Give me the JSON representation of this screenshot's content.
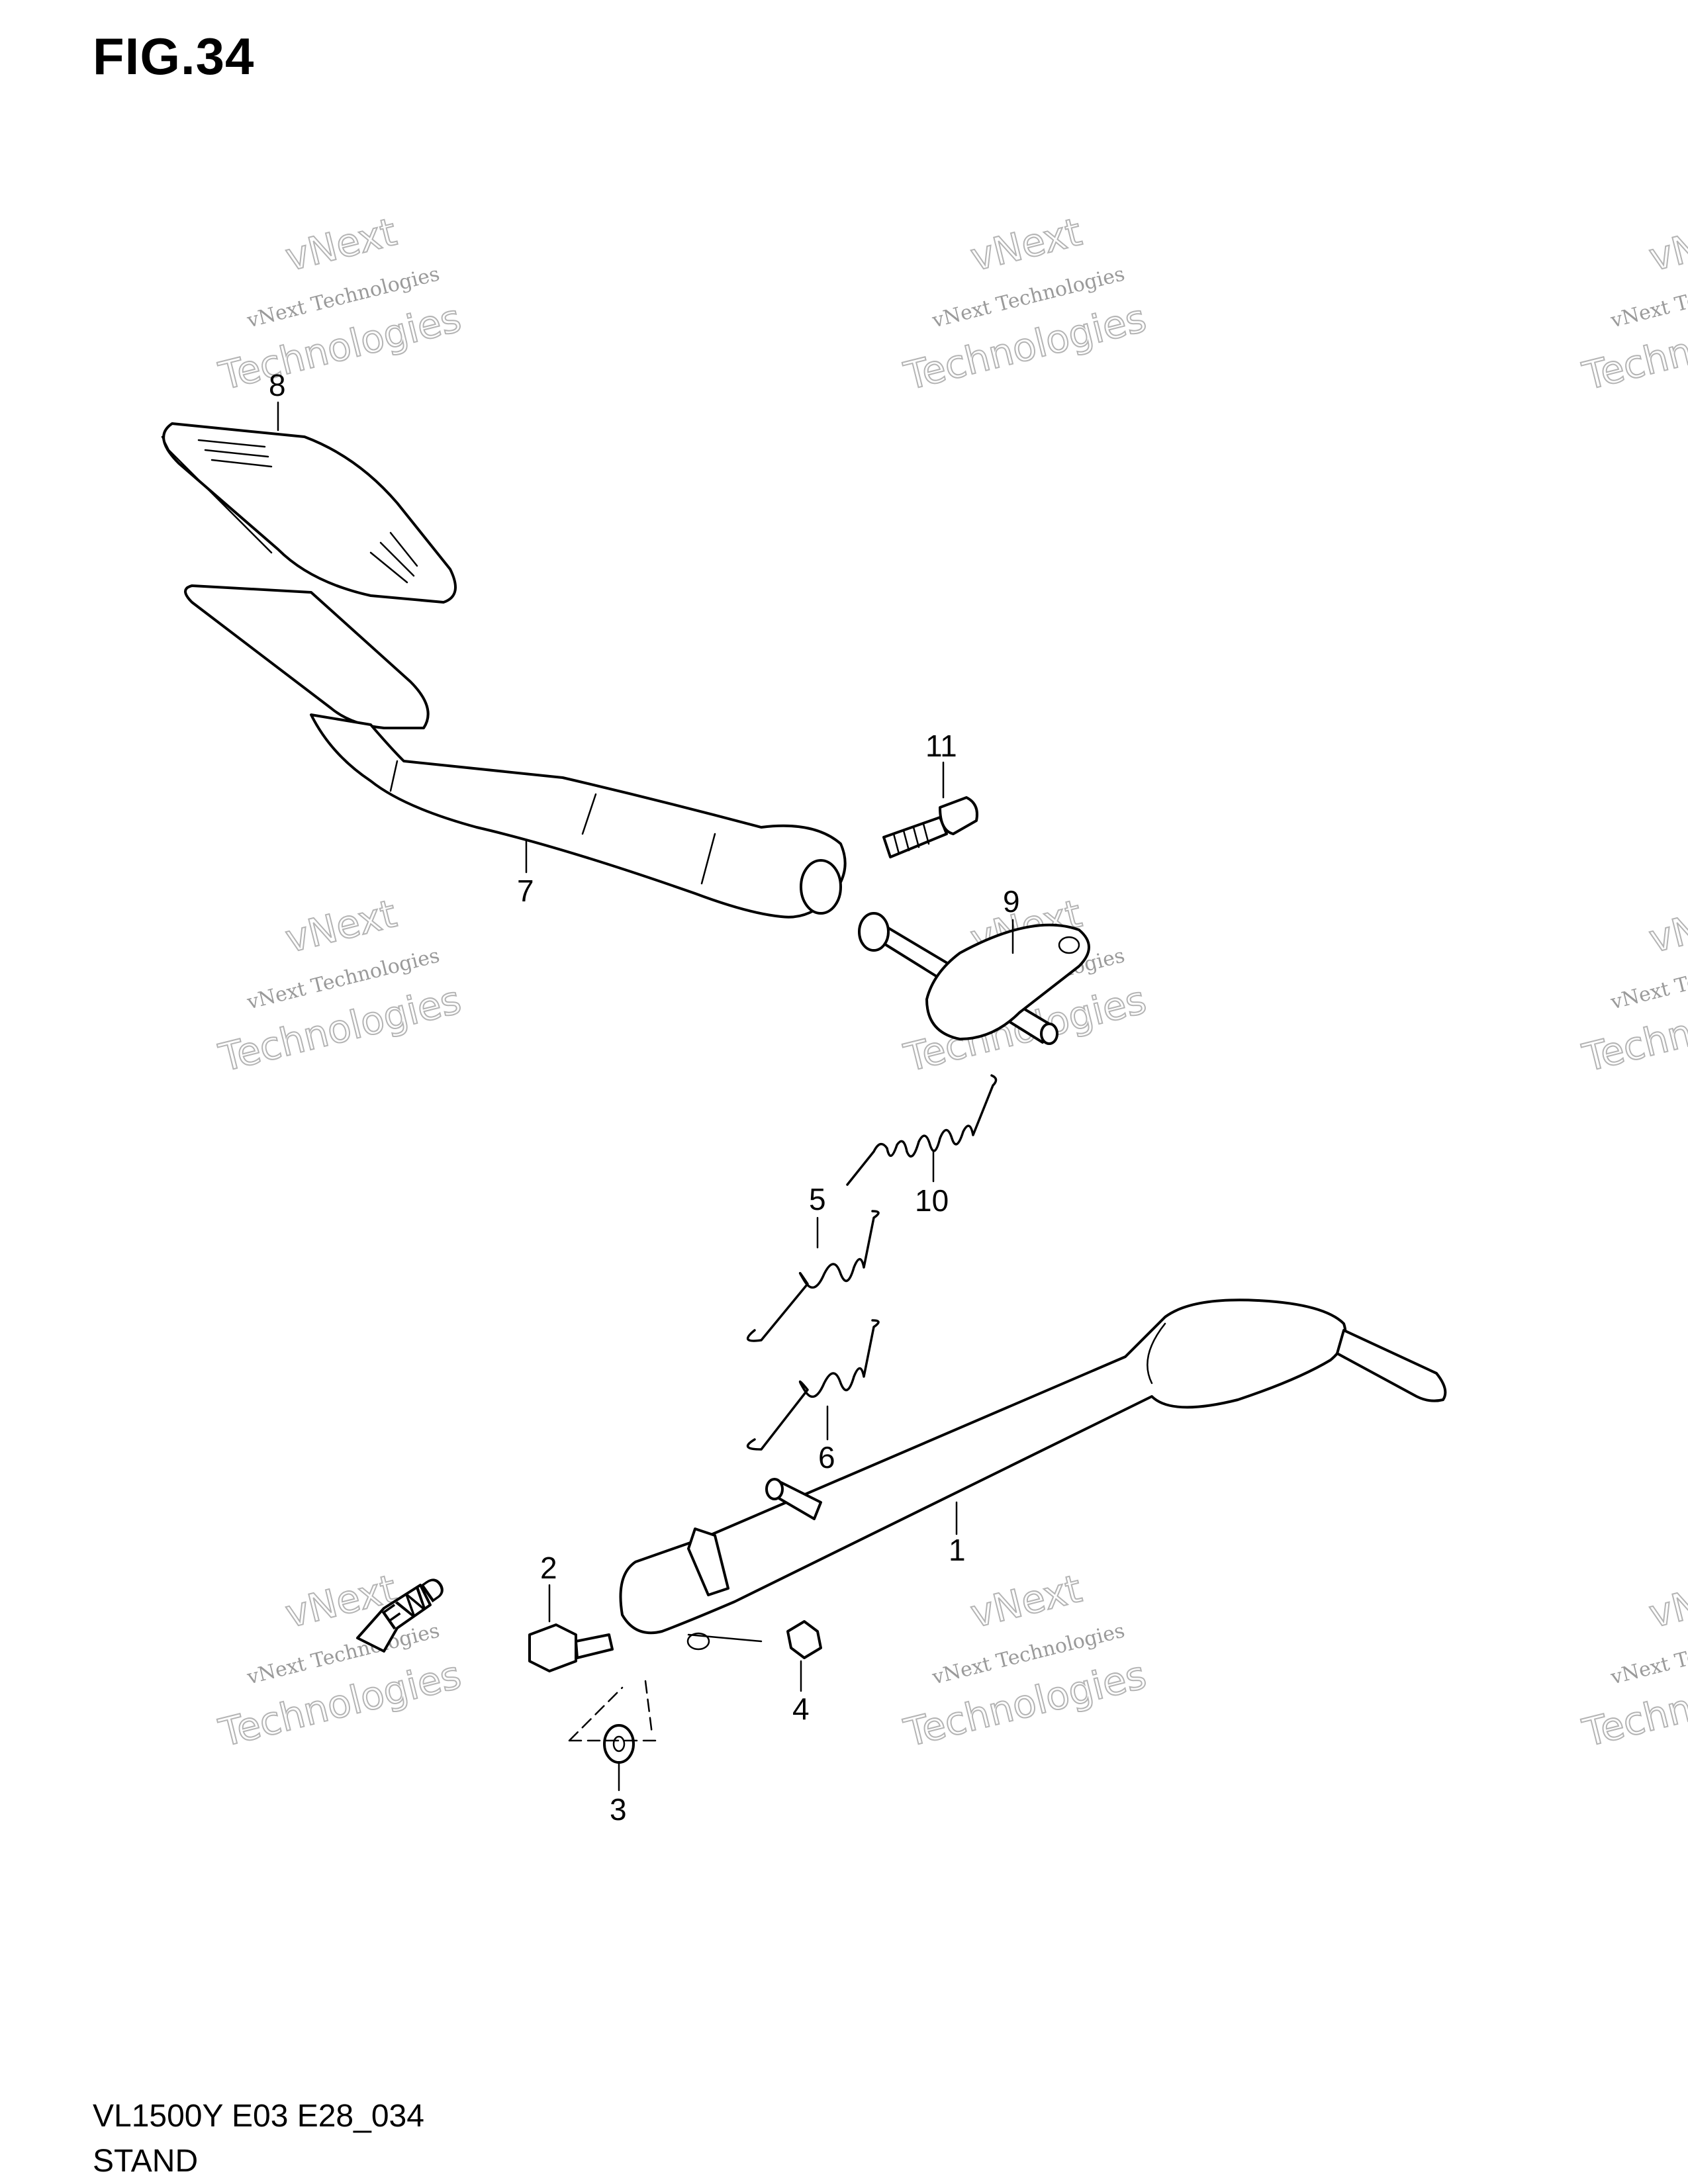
{
  "figure": {
    "title": "FIG.34",
    "code": "VL1500Y E03 E28_034",
    "name": "STAND"
  },
  "callouts": [
    {
      "id": "8",
      "label": "8"
    },
    {
      "id": "7",
      "label": "7"
    },
    {
      "id": "11",
      "label": "11"
    },
    {
      "id": "9",
      "label": "9"
    },
    {
      "id": "10",
      "label": "10"
    },
    {
      "id": "5",
      "label": "5"
    },
    {
      "id": "6",
      "label": "6"
    },
    {
      "id": "1",
      "label": "1"
    },
    {
      "id": "2",
      "label": "2"
    },
    {
      "id": "4",
      "label": "4"
    },
    {
      "id": "3",
      "label": "3"
    }
  ],
  "direction_arrow": {
    "label": "FWD"
  },
  "watermark": {
    "line1": "vNext Technologies",
    "line2": "vNext",
    "line3": "Technologies"
  },
  "colors": {
    "ink": "#000000",
    "watermark": "#9a9a9a",
    "background": "#ffffff"
  }
}
